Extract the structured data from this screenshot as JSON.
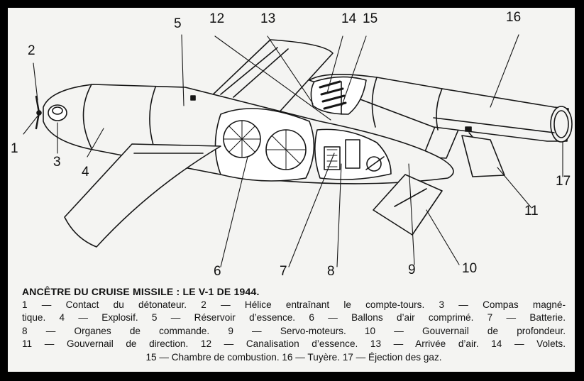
{
  "diagram": {
    "callouts": [
      "1",
      "2",
      "3",
      "4",
      "5",
      "6",
      "7",
      "8",
      "9",
      "10",
      "11",
      "12",
      "13",
      "14",
      "15",
      "16",
      "17"
    ]
  },
  "caption": {
    "title": "ANCÊTRE DU CRUISE MISSILE : LE V-1 DE 1944.",
    "lines": [
      "1 — Contact du détonateur. 2 — Hélice entraînant le compte-tours. 3 — Compas magné-",
      "tique.  4 — Explosif.  5 — Réservoir d’essence.  6 — Ballons d’air comprimé.  7 — Batterie.",
      "8 — Organes de commande.  9 — Servo-moteurs.  10 — Gouvernail de profondeur.",
      "11 — Gouvernail de direction. 12 — Canalisation d’essence. 13 — Arrivée d’air. 14 — Volets.",
      "15 — Chambre de combustion. 16 — Tuyère. 17 — Éjection des gaz."
    ]
  }
}
